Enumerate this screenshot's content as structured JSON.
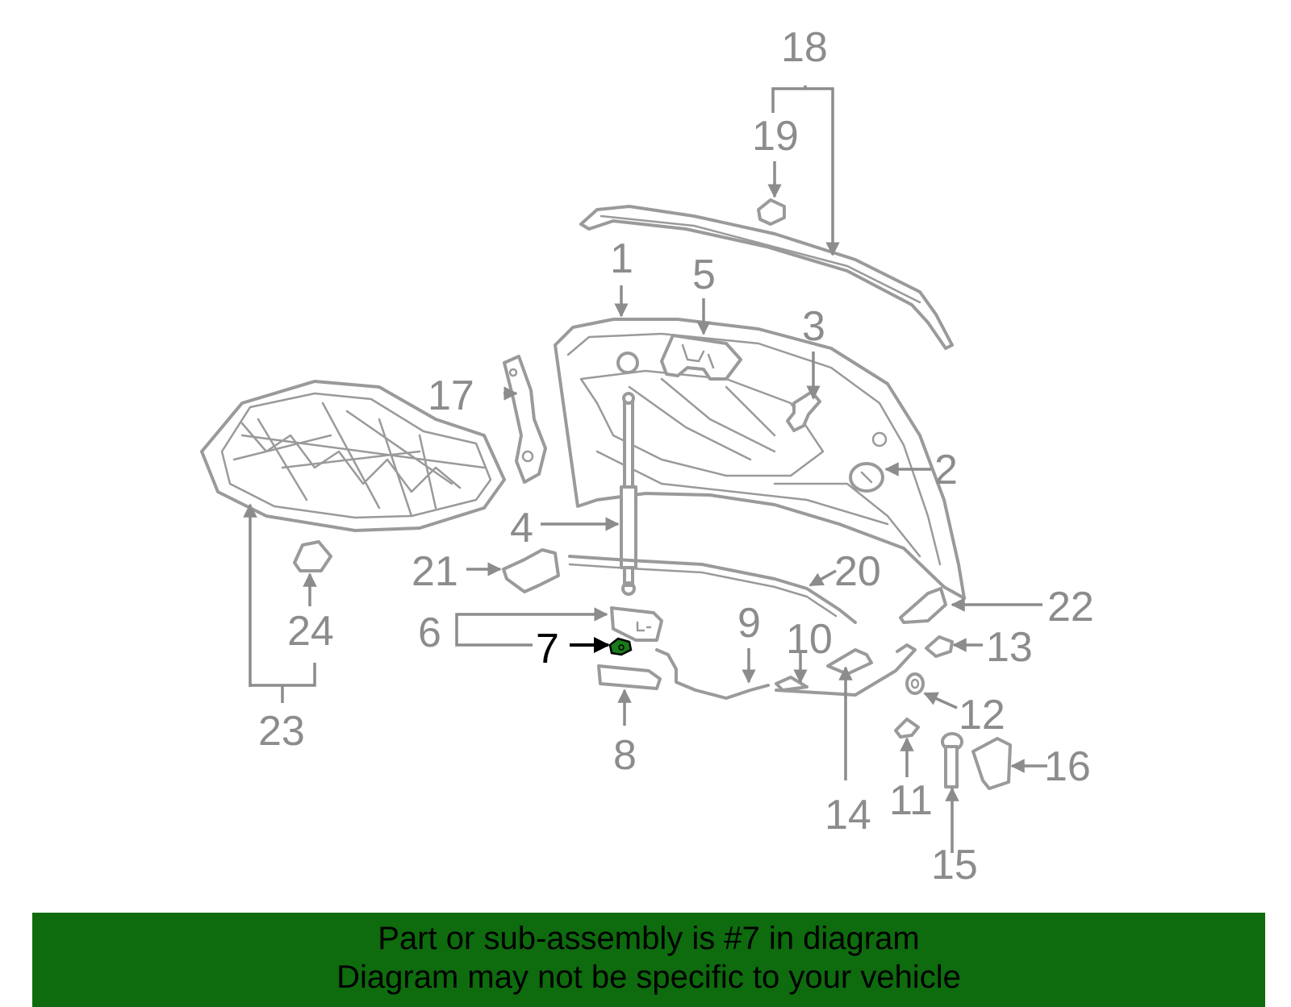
{
  "callouts": {
    "c1": "1",
    "c2": "2",
    "c3": "3",
    "c4": "4",
    "c5": "5",
    "c6": "6",
    "c7": "7",
    "c8": "8",
    "c9": "9",
    "c10": "10",
    "c11": "11",
    "c12": "12",
    "c13": "13",
    "c14": "14",
    "c15": "15",
    "c16": "16",
    "c17": "17",
    "c18": "18",
    "c19": "19",
    "c20": "20",
    "c21": "21",
    "c22": "22",
    "c23": "23",
    "c24": "24"
  },
  "highlighted_part": "7",
  "highlight_color": "#1a7a1a",
  "banner": {
    "line1": "Part or sub-assembly is #7 in diagram",
    "line2": "Diagram may not be specific to your vehicle",
    "background": "#0e6b0e"
  }
}
